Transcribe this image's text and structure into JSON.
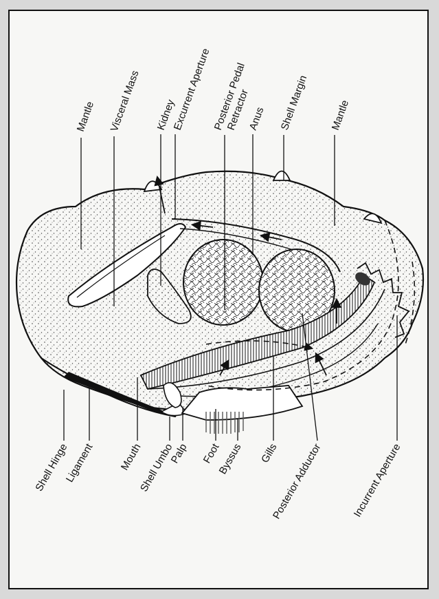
{
  "diagram": {
    "labels_top": {
      "mantle_left": "Mantle",
      "visceral_mass": "Visceral Mass",
      "kidney": "Kidney",
      "excurrent_aperture": "Excurrent Aperture",
      "posterior_pedal_retractor_1": "Posterior Pedal",
      "posterior_pedal_retractor_2": "Retractor",
      "anus": "Anus",
      "shell_margin": "Shell Margin",
      "mantle_right": "Mantle"
    },
    "labels_bottom": {
      "shell_hinge": "Shell Hinge",
      "ligament": "Ligament",
      "mouth": "Mouth",
      "shell_umbo": "Shell Umbo",
      "palp": "Palp",
      "foot": "Foot",
      "byssus": "Byssus",
      "gills": "Gills",
      "posterior_adductor": "Posterior Adductor",
      "incurrent_aperture": "Incurrent Aperture"
    },
    "colors": {
      "ink": "#111111",
      "paper": "#f7f7f5",
      "page": "#d9d9d9",
      "stipple": "#444444"
    }
  }
}
